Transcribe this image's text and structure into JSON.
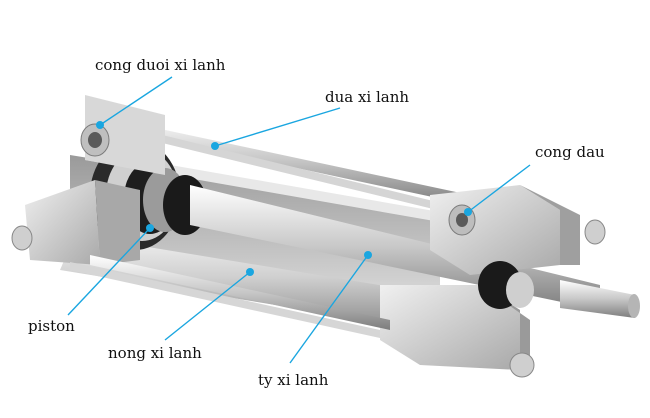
{
  "diagram": {
    "labels": {
      "cong_duoi": "cong duoi xi lanh",
      "dua": "dua xi lanh",
      "cong_dau": "cong dau",
      "piston": "piston",
      "nong": "nong xi lanh",
      "ty": "ty xi lanh"
    }
  },
  "colors": {
    "callout": "#1aa6e0",
    "metal_light": "#e6e6e6",
    "metal_mid": "#bdbdbd",
    "metal_dark": "#6f6f6f",
    "black": "#1a1a1a"
  }
}
